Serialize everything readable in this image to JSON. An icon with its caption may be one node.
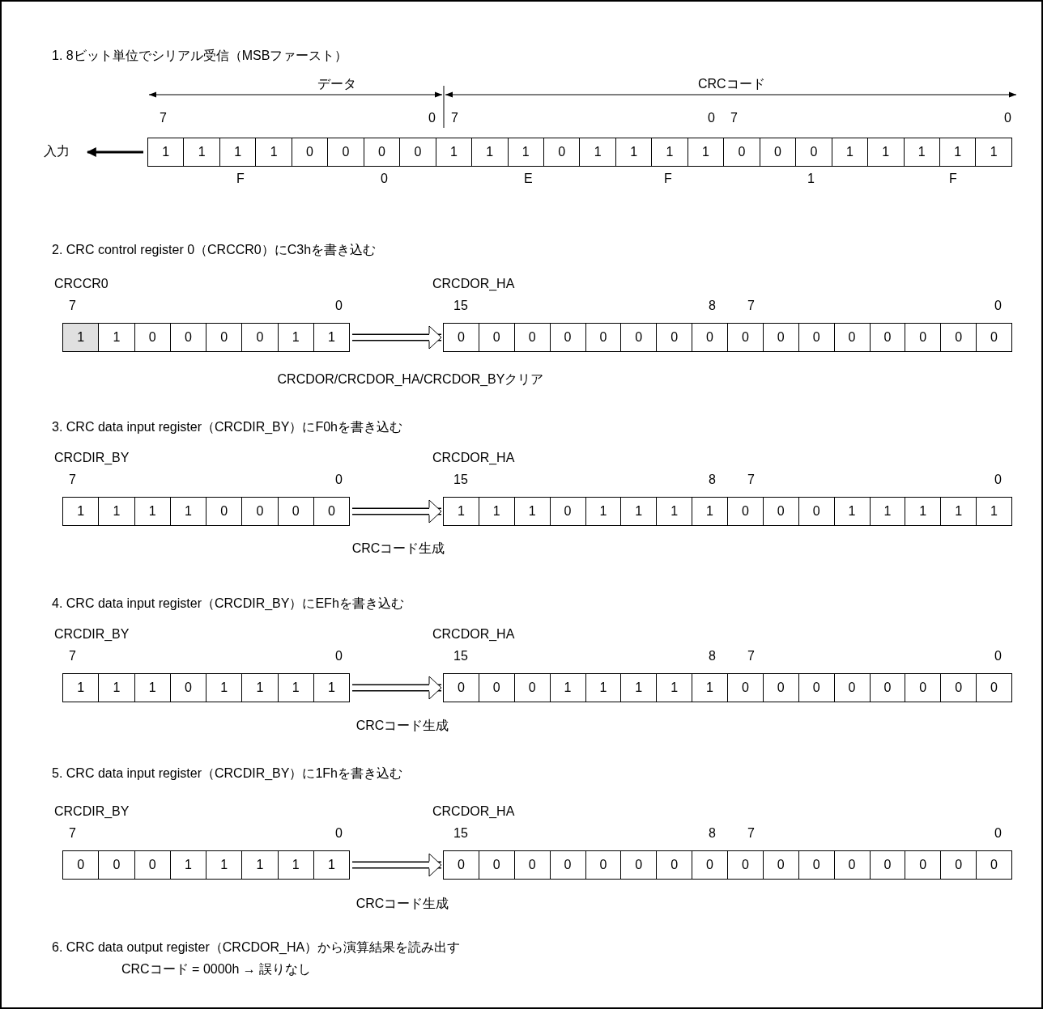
{
  "diagram": {
    "nodes": [
      {
        "text": [
          "入力"
        ]
      },
      {
        "text": [
          "1",
          "1",
          "1",
          "1",
          "0",
          "0",
          "0",
          "0",
          "1",
          "1",
          "1",
          "0",
          "1",
          "1",
          "1",
          "1",
          "0",
          "0",
          "0",
          "1",
          "1",
          "1",
          "1",
          "1"
        ],
        "beside": [
          "データ",
          "CRCコード",
          "7",
          "0",
          "7",
          "0",
          "7",
          "0",
          "F",
          "0",
          "E",
          "F",
          "1",
          "F"
        ]
      },
      {
        "text": [
          "1",
          "1",
          "0",
          "0",
          "0",
          "0",
          "1",
          "1"
        ],
        "beside": [
          "CRCCR0",
          "7",
          "0"
        ]
      },
      {
        "text": [
          "0",
          "0",
          "0",
          "0",
          "0",
          "0",
          "0",
          "0",
          "0",
          "0",
          "0",
          "0",
          "0",
          "0",
          "0",
          "0"
        ],
        "beside": [
          "CRCDOR_HA",
          "15",
          "8",
          "7",
          "0"
        ]
      },
      {
        "text": [
          "1",
          "1",
          "1",
          "1",
          "0",
          "0",
          "0",
          "0"
        ],
        "beside": [
          "CRCDIR_BY",
          "7",
          "0"
        ]
      },
      {
        "text": [
          "1",
          "1",
          "1",
          "0",
          "1",
          "1",
          "1",
          "1",
          "0",
          "0",
          "0",
          "1",
          "1",
          "1",
          "1",
          "1"
        ],
        "beside": [
          "CRCDOR_HA",
          "15",
          "8",
          "7",
          "0"
        ]
      },
      {
        "text": [
          "1",
          "1",
          "1",
          "0",
          "1",
          "1",
          "1",
          "1"
        ],
        "beside": [
          "CRCDIR_BY",
          "7",
          "0"
        ]
      },
      {
        "text": [
          "0",
          "0",
          "0",
          "1",
          "1",
          "1",
          "1",
          "1",
          "0",
          "0",
          "0",
          "0",
          "0",
          "0",
          "0",
          "0"
        ],
        "beside": [
          "CRCDOR_HA",
          "15",
          "8",
          "7",
          "0"
        ]
      },
      {
        "text": [
          "0",
          "0",
          "0",
          "1",
          "1",
          "1",
          "1",
          "1"
        ],
        "beside": [
          "CRCDIR_BY",
          "7",
          "0"
        ]
      },
      {
        "text": [
          "0",
          "0",
          "0",
          "0",
          "0",
          "0",
          "0",
          "0",
          "0",
          "0",
          "0",
          "0",
          "0",
          "0",
          "0",
          "0"
        ],
        "beside": [
          "CRCDOR_HA",
          "15",
          "8",
          "7",
          "0"
        ]
      }
    ],
    "edges": [
      {
        "from": 1,
        "to": 0,
        "arrow": "to"
      },
      {
        "from": 2,
        "to": 3,
        "arrow": "to",
        "label": "CRCDOR/CRCDOR_HA/CRCDOR_BYクリア"
      },
      {
        "from": 4,
        "to": 5,
        "arrow": "to",
        "label": "CRCコード生成"
      },
      {
        "from": 6,
        "to": 7,
        "arrow": "to",
        "label": "CRCコード生成"
      },
      {
        "from": 8,
        "to": 9,
        "arrow": "to",
        "label": "CRCコード生成"
      }
    ],
    "labels": [
      "1. 8ビット単位でシリアル受信（MSBファースト）",
      "2. CRC control register 0（CRCCR0）にC3hを書き込む",
      "3. CRC data input register（CRCDIR_BY）にF0hを書き込む",
      "4. CRC data input register（CRCDIR_BY）にEFhを書き込む",
      "5. CRC data input register（CRCDIR_BY）に1Fhを書き込む",
      "6. CRC data output register（CRCDOR_HA）から演算結果を読み出す",
      "CRCコード = 0000h → 誤りなし"
    ]
  }
}
